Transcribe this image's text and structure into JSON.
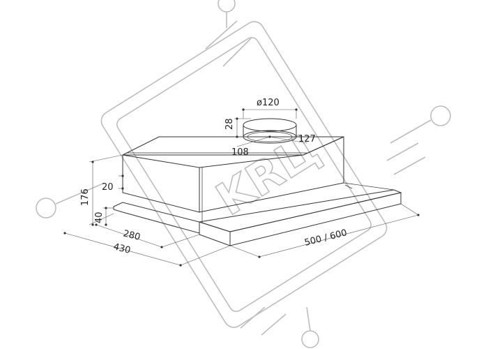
{
  "diagram": {
    "dimensions": {
      "duct_diameter": "ø120",
      "collar_height": "28",
      "collar_offset_x": "127",
      "collar_offset_y": "108",
      "total_height": "176",
      "body_step": "20",
      "slide_height": "40",
      "body_depth": "280",
      "total_depth": "430",
      "width": "500 / 600"
    },
    "watermark": {
      "text": "KRЦ"
    },
    "colors": {
      "line": "#333333",
      "watermark": "#bdbdbd",
      "background": "#ffffff"
    }
  }
}
